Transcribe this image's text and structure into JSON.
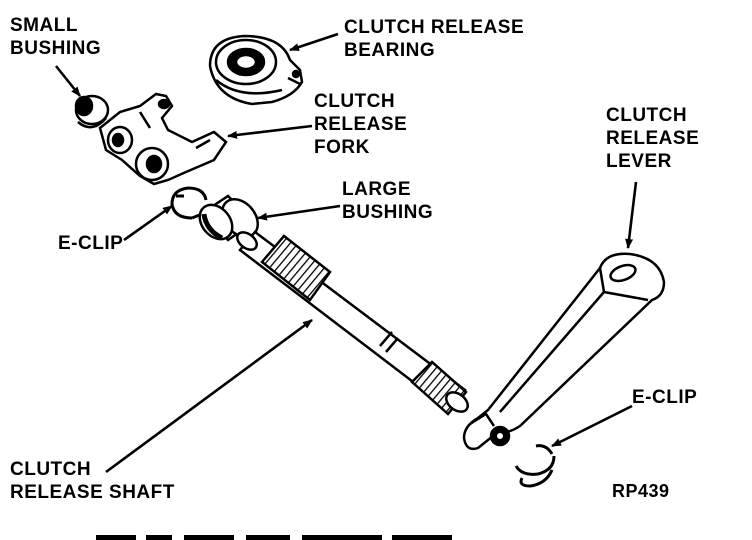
{
  "labels": {
    "small_bushing": [
      "SMALL",
      "BUSHING"
    ],
    "clutch_release_bearing": [
      "CLUTCH RELEASE",
      "BEARING"
    ],
    "clutch_release_fork": [
      "CLUTCH",
      "RELEASE",
      "FORK"
    ],
    "large_bushing": [
      "LARGE",
      "BUSHING"
    ],
    "e_clip_left": "E-CLIP",
    "clutch_release_lever": [
      "CLUTCH",
      "RELEASE",
      "LEVER"
    ],
    "e_clip_right": "E-CLIP",
    "clutch_release_shaft": [
      "CLUTCH",
      "RELEASE SHAFT"
    ],
    "reference_code": "RP439"
  },
  "colors": {
    "ink": "#000000",
    "paper": "#ffffff"
  }
}
